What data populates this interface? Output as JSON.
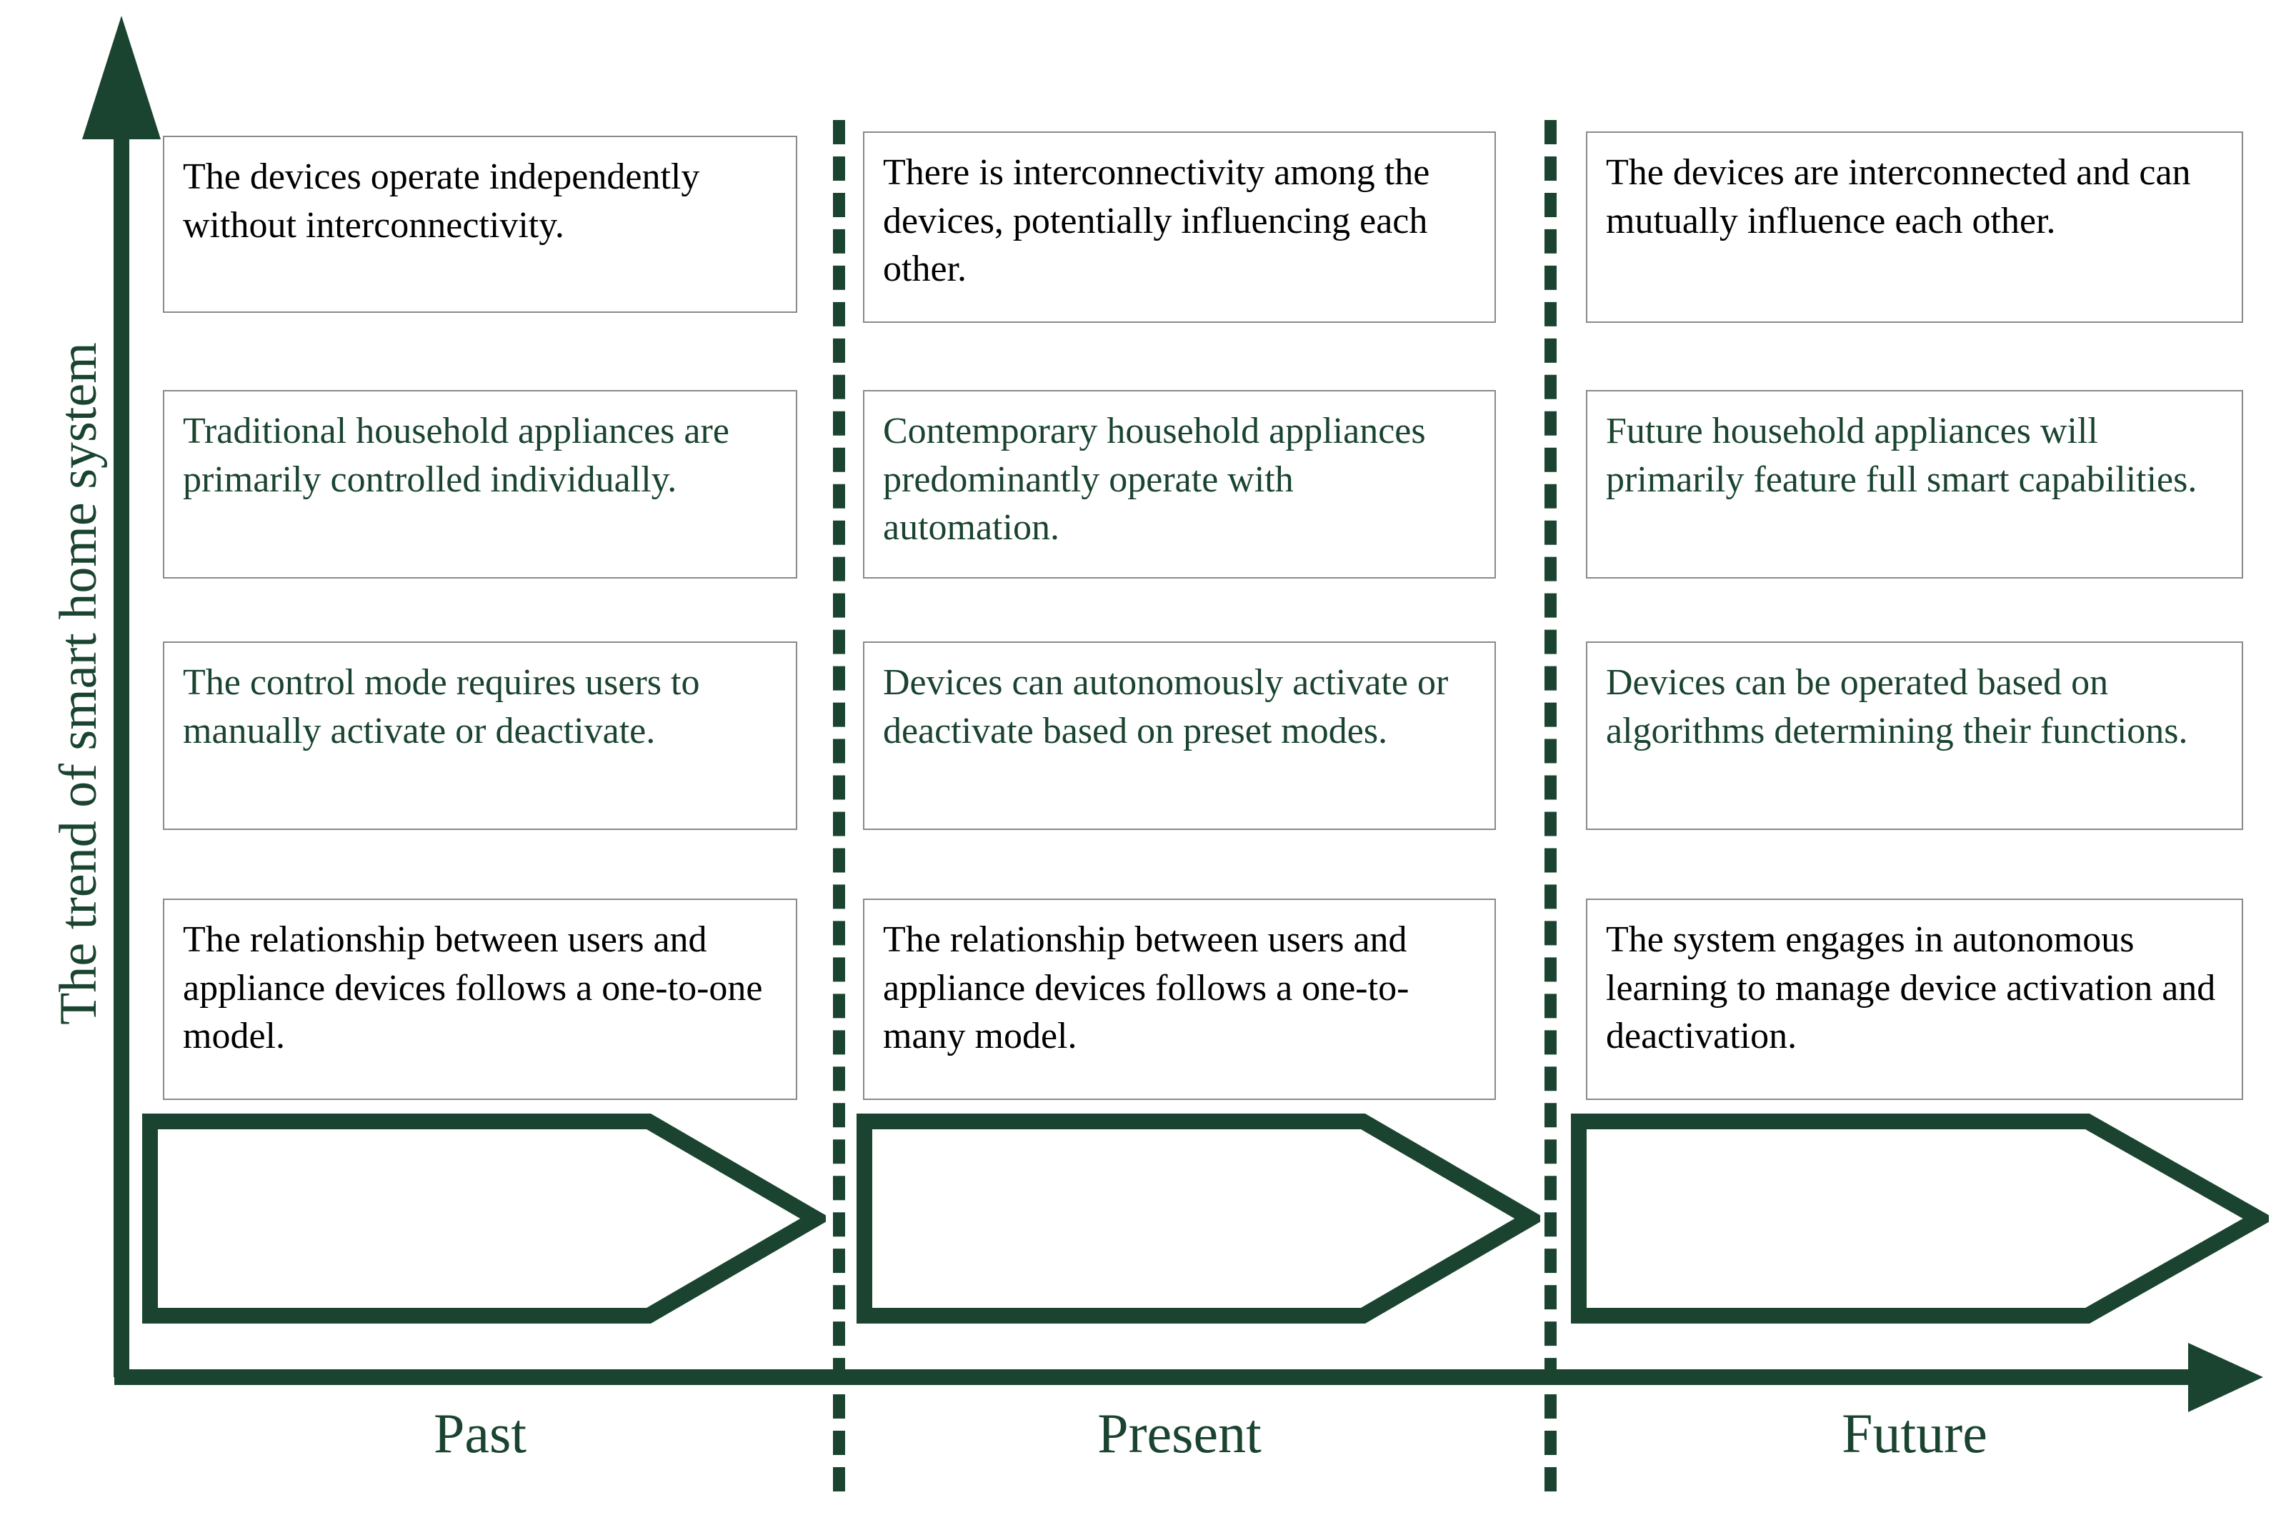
{
  "figure": {
    "y_axis_label": "The trend of smart home system",
    "axis_color": "#1a4430",
    "box_border_color": "#8a8a8a",
    "text_color_black": "#000000",
    "text_color_green": "#1a4430",
    "background": "#ffffff"
  },
  "axis": {
    "x_labels": [
      {
        "id": "past",
        "label": "Past"
      },
      {
        "id": "present",
        "label": "Present"
      },
      {
        "id": "future",
        "label": "Future"
      }
    ]
  },
  "columns": [
    {
      "id": "past",
      "label": "Past",
      "cells": [
        {
          "id": "past-interconnectivity",
          "color": "black",
          "text": "The devices operate independently without interconnectivity."
        },
        {
          "id": "past-appliances",
          "color": "green",
          "text": "Traditional household appliances are primarily controlled individually."
        },
        {
          "id": "past-control-mode",
          "color": "green",
          "text": "The control mode requires users to manually activate or deactivate."
        },
        {
          "id": "past-relationship",
          "color": "black",
          "text": "The relationship between users and appliance devices follows a one-to-one model."
        }
      ]
    },
    {
      "id": "present",
      "label": "Present",
      "cells": [
        {
          "id": "present-interconnectivity",
          "color": "black",
          "text": "There is interconnectivity among the devices, potentially influencing each other."
        },
        {
          "id": "present-appliances",
          "color": "green",
          "text": "Contemporary household appliances predominantly operate with automation."
        },
        {
          "id": "present-control-mode",
          "color": "green",
          "text": "Devices can autonomously activate or deactivate based on preset modes."
        },
        {
          "id": "present-relationship",
          "color": "black",
          "text": "The relationship between users and appliance devices follows a one-to-many model."
        }
      ]
    },
    {
      "id": "future",
      "label": "Future",
      "cells": [
        {
          "id": "future-interconnectivity",
          "color": "black",
          "text": "The devices are interconnected and can mutually influence each other."
        },
        {
          "id": "future-appliances",
          "color": "green",
          "text": "Future household appliances will primarily feature full smart capabilities."
        },
        {
          "id": "future-control-mode",
          "color": "green",
          "text": "Devices can be operated based on algorithms determining their functions."
        },
        {
          "id": "future-relationship",
          "color": "black",
          "text": "The system engages in autonomous learning to manage device activation and deactivation."
        }
      ]
    }
  ],
  "arrows": [
    {
      "id": "arrow-past"
    },
    {
      "id": "arrow-present"
    },
    {
      "id": "arrow-future"
    }
  ]
}
